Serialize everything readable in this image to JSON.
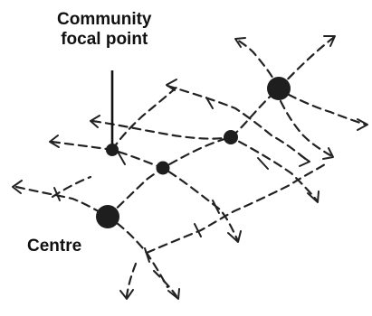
{
  "labels": {
    "focal_line1": "Community",
    "focal_line2": "focal point",
    "centre": "Centre"
  }
}
